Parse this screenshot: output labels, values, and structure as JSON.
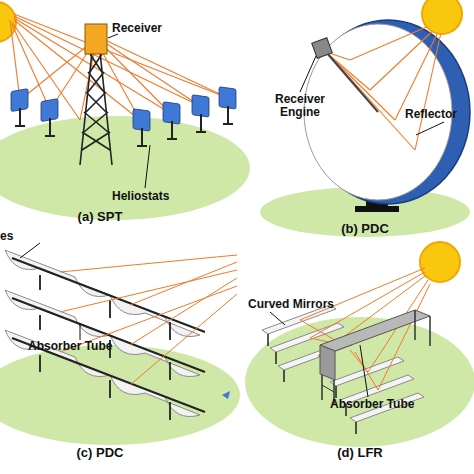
{
  "diagram": {
    "labels": [
      "Receiver",
      "Heliostats",
      "(a) SPT",
      "Receiver Engine",
      "Reflector",
      "(b) PDC",
      "es",
      "Absorber Tube",
      "(c) PDC",
      "Curved Mirrors",
      "Absorber Tube",
      "(d) LFR"
    ]
  }
}
